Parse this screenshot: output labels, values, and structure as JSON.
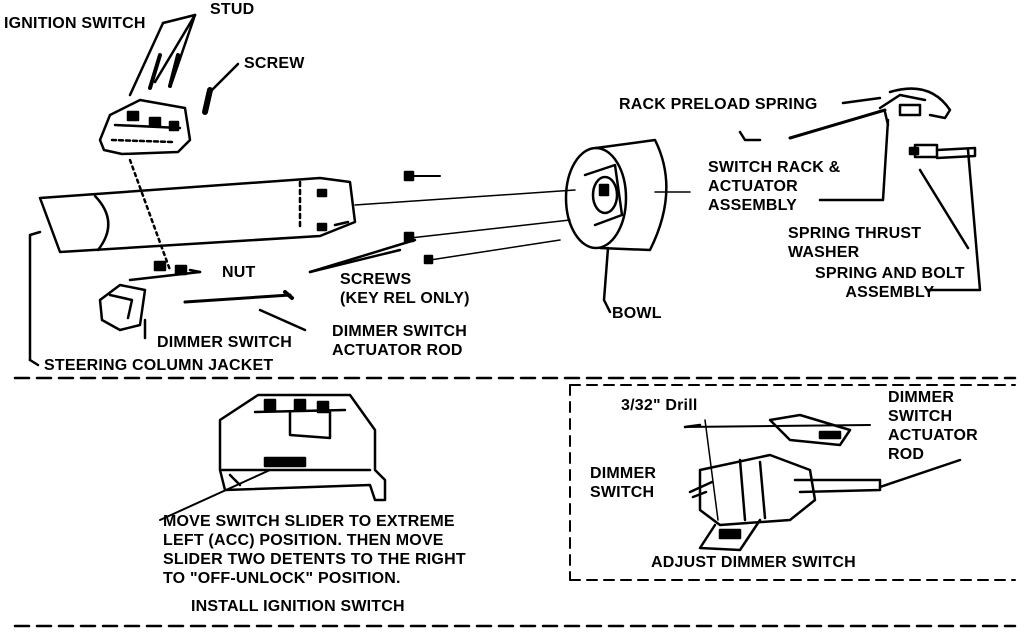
{
  "labels": {
    "ignition_switch": "IGNITION SWITCH",
    "stud": "STUD",
    "screw": "SCREW",
    "rack_preload_spring": "RACK PRELOAD SPRING",
    "switch_rack_actuator_assembly": "SWITCH RACK &\nACTUATOR\nASSEMBLY",
    "spring_thrust_washer": "SPRING THRUST\nWASHER",
    "spring_and_bolt_assembly": "SPRING AND BOLT\nASSEMBLY",
    "nut": "NUT",
    "screws_key_rel_only": "SCREWS\n(KEY REL ONLY)",
    "bowl": "BOWL",
    "dimmer_switch": "DIMMER SWITCH",
    "dimmer_switch_actuator_rod": "DIMMER SWITCH\nACTUATOR ROD",
    "steering_column_jacket": "STEERING COLUMN JACKET",
    "move_switch_slider_instruction": "MOVE SWITCH SLIDER TO EXTREME\nLEFT (ACC) POSITION. THEN MOVE\nSLIDER TWO DETENTS TO THE RIGHT\nTO \"OFF-UNLOCK\" POSITION.",
    "install_ignition_switch": "INSTALL IGNITION SWITCH",
    "drill_3_32": "3/32\" Drill",
    "dimmer_switch_inset": "DIMMER\nSWITCH",
    "dimmer_switch_actuator_rod_inset": "DIMMER\nSWITCH\nACTUATOR\nROD",
    "adjust_dimmer_switch": "ADJUST DIMMER SWITCH"
  },
  "colors": {
    "ink": "#000000",
    "paper": "#ffffff"
  }
}
